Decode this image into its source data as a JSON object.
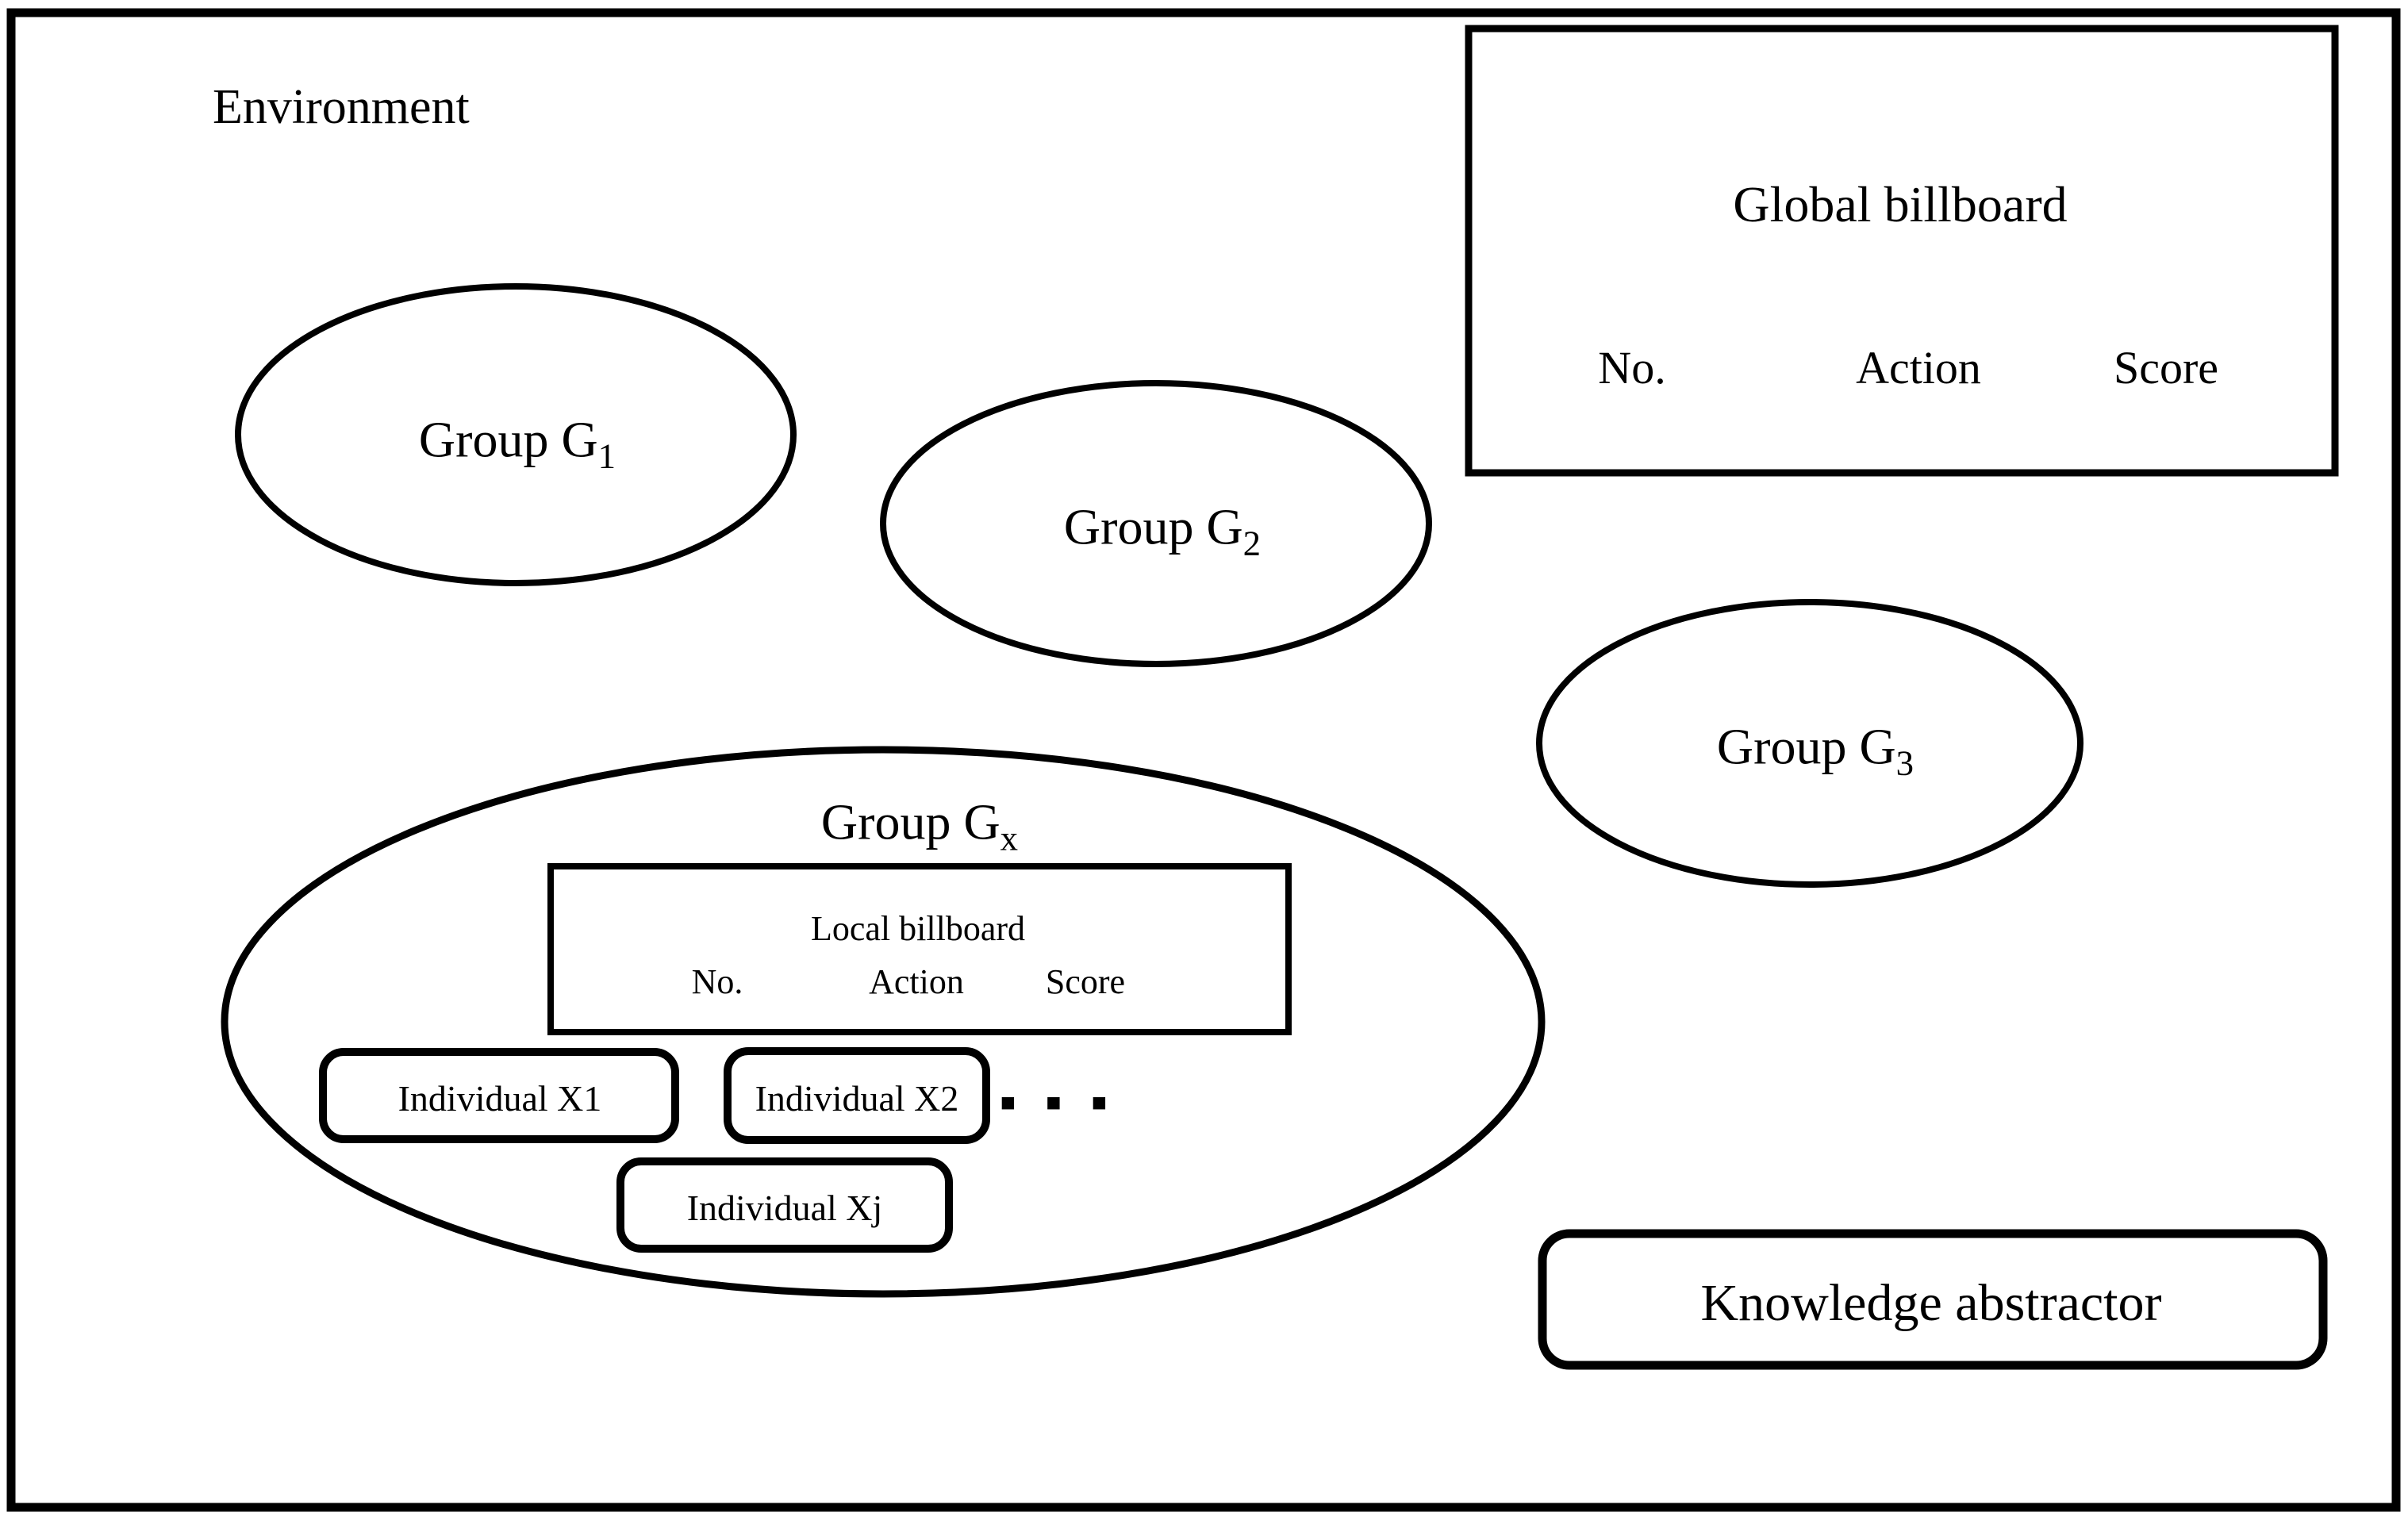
{
  "diagram": {
    "title": "Environment",
    "environment_label": "Environment",
    "groups": [
      {
        "id": "g1",
        "label_prefix": "Group G",
        "label_sub": "1",
        "shape": "ellipse"
      },
      {
        "id": "g2",
        "label_prefix": "Group G",
        "label_sub": "2",
        "shape": "ellipse"
      },
      {
        "id": "g3",
        "label_prefix": "Group G",
        "label_sub": "3",
        "shape": "ellipse"
      },
      {
        "id": "gx",
        "label_prefix": "Group G",
        "label_sub": "x",
        "shape": "ellipse"
      }
    ],
    "global_billboard": {
      "title": "Global billboard",
      "columns": [
        "No.",
        "Action",
        "Score"
      ]
    },
    "local_billboard": {
      "title": "Local billboard",
      "columns": [
        "No.",
        "Action",
        "Score"
      ]
    },
    "individuals": [
      {
        "label": "Individual X1"
      },
      {
        "label": "Individual X2"
      },
      {
        "label": "Individual Xj"
      }
    ],
    "ellipsis": "▪ ▪ ▪",
    "knowledge_abstractor": {
      "label": "Knowledge  abstractor"
    },
    "colors": {
      "stroke": "#000000",
      "background": "#ffffff",
      "text": "#000000"
    }
  }
}
